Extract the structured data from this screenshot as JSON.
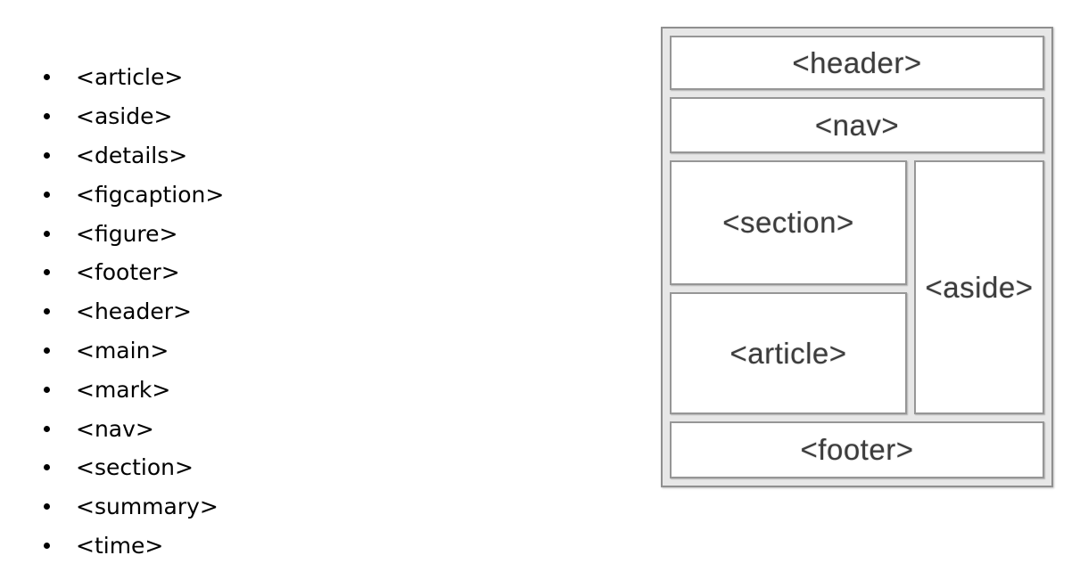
{
  "element_list": {
    "items": [
      "<article>",
      "<aside>",
      "<details>",
      "<figcaption>",
      "<figure>",
      "<footer>",
      "<header>",
      "<main>",
      "<mark>",
      "<nav>",
      "<section>",
      "<summary>",
      "<time>"
    ]
  },
  "layout_diagram": {
    "boxes": {
      "header": "<header>",
      "nav": "<nav>",
      "section": "<section>",
      "aside": "<aside>",
      "article": "<article>",
      "footer": "<footer>"
    },
    "colors": {
      "diagram_background": "#e7e7e7",
      "outer_border": "#8f8f8f",
      "box_fill": "#ffffff",
      "box_border": "#969696",
      "label_text": "#3c3c3c",
      "list_text": "#000000",
      "page_background": "#ffffff"
    }
  }
}
